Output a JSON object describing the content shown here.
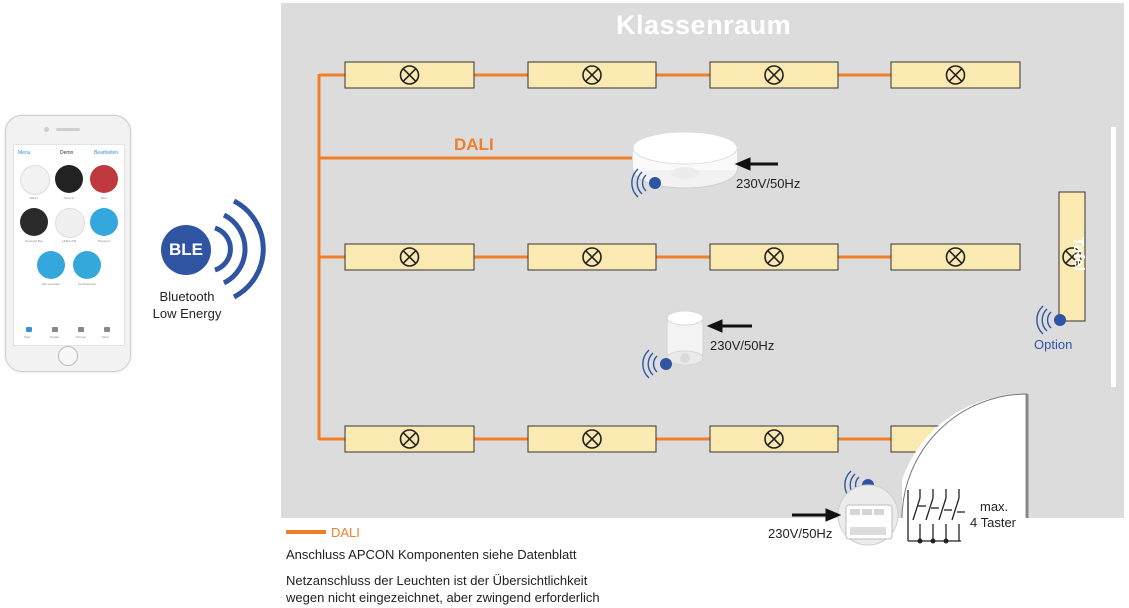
{
  "room": {
    "title": "Klassenraum",
    "tafel_label": "Tafel"
  },
  "dali": {
    "bus_label": "DALI",
    "color": "#f07f28"
  },
  "ble": {
    "badge": "BLE",
    "caption_line1": "Bluetooth",
    "caption_line2": "Low Energy",
    "color": "#2f55a2"
  },
  "power": {
    "ceiling_sensor": "230V/50Hz",
    "wall_sensor": "230V/50Hz",
    "controller": "230V/50Hz"
  },
  "option_label": "Option",
  "taster": {
    "line1": "max.",
    "line2": "4 Taster"
  },
  "legend": {
    "dali": "DALI"
  },
  "notes": {
    "note1": "Anschluss APCON Komponenten siehe Datenblatt",
    "note2_line1": "Netzanschluss der Leuchten ist der Übersichtlichkeit",
    "note2_line2": "wegen nicht eingezeichnet, aber zwingend erforderlich"
  },
  "app": {
    "header_left": "Menu",
    "header_title": "Demo",
    "header_right": "Bearbeiten",
    "tiles": [
      {
        "caption": "Wall-1",
        "color": "#f2f2f2"
      },
      {
        "caption": "Down-P",
        "color": "#222222"
      },
      {
        "caption": "Mein",
        "color": "#c0393f"
      },
      {
        "caption": "Personal Bay",
        "color": "#2a2a2a"
      },
      {
        "caption": "LINEA-PM",
        "color": "#f0f0f0"
      },
      {
        "caption": "Presence",
        "color": "#34a7dd"
      },
      {
        "caption": "Alle Leuchten",
        "color": "#34a7dd"
      },
      {
        "caption": "Leuchtenbüro",
        "color": "#34a7dd"
      }
    ],
    "tabs": [
      "Start",
      "Geräte",
      "Szenen",
      "Mehr"
    ]
  }
}
